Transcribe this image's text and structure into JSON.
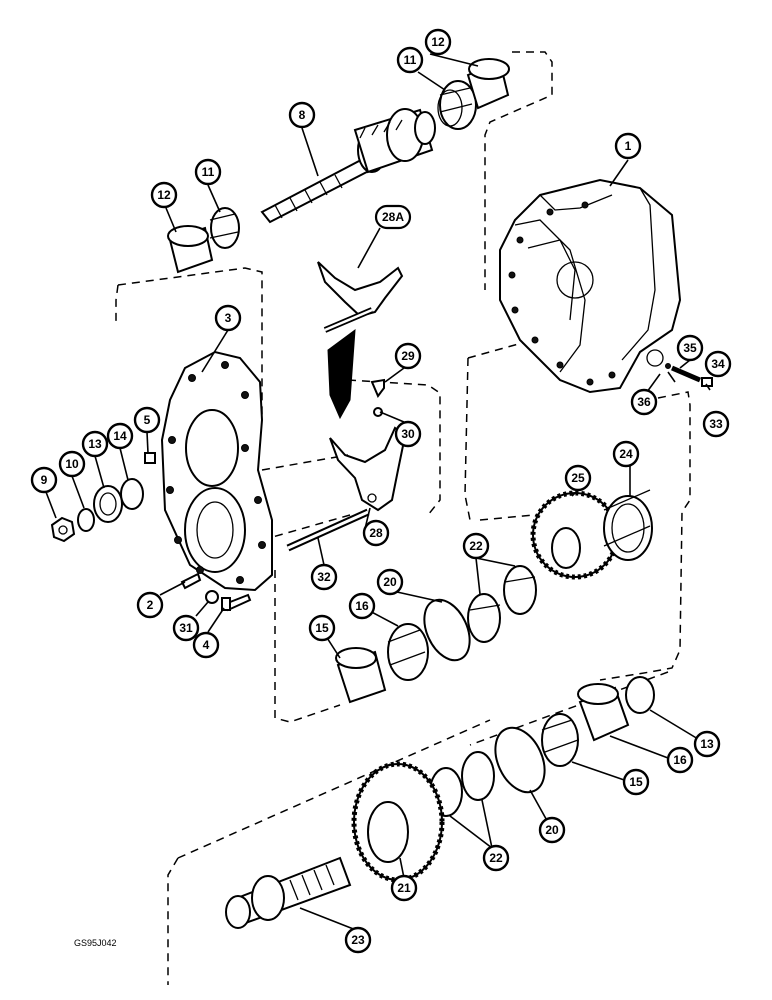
{
  "figure_ref": "GS95J042",
  "callouts": {
    "c1": "1",
    "c2": "2",
    "c3": "3",
    "c4": "4",
    "c5": "5",
    "c8": "8",
    "c9": "9",
    "c10": "10",
    "c11a": "11",
    "c11b": "11",
    "c12a": "12",
    "c12b": "12",
    "c13a": "13",
    "c13b": "13",
    "c14": "14",
    "c15a": "15",
    "c15b": "15",
    "c16a": "16",
    "c16b": "16",
    "c20a": "20",
    "c20b": "20",
    "c21": "21",
    "c22a": "22",
    "c22b": "22",
    "c23": "23",
    "c24": "24",
    "c25": "25",
    "c28": "28",
    "c28a": "28A",
    "c29": "29",
    "c30": "30",
    "c31": "31",
    "c32": "32",
    "c33": "33",
    "c34": "34",
    "c35": "35",
    "c36": "36"
  }
}
